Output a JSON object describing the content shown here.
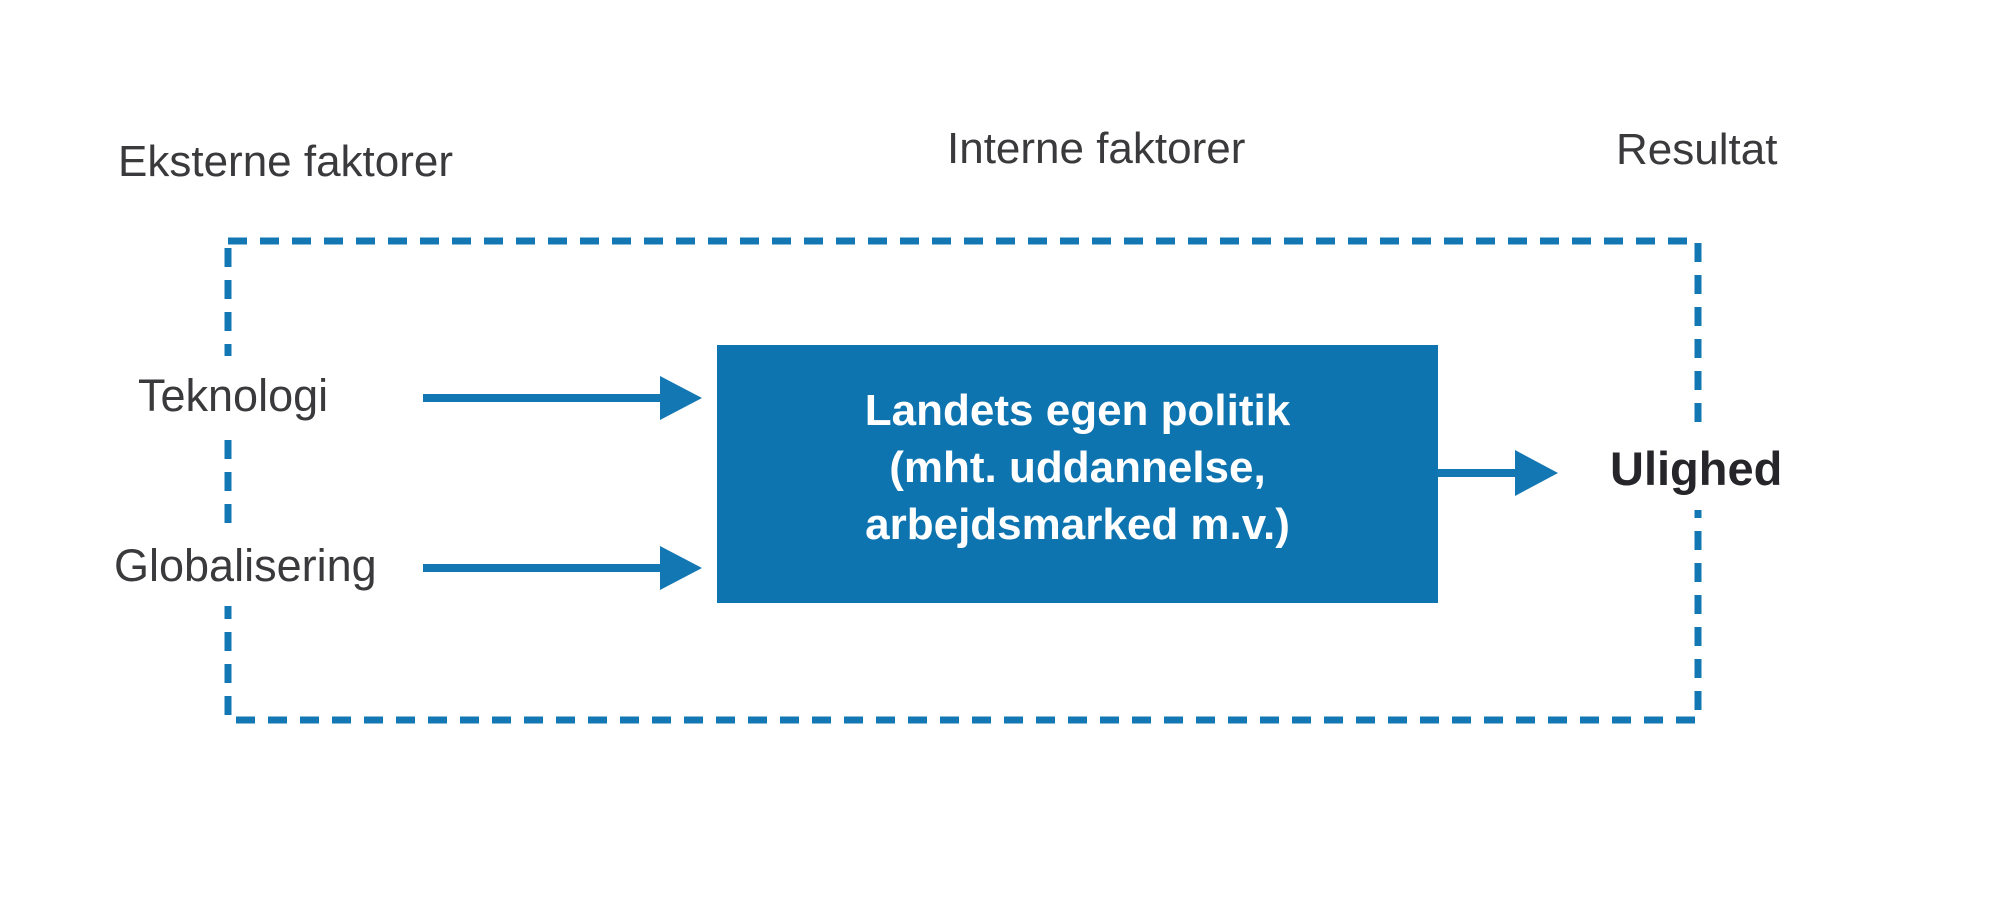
{
  "headers": {
    "external": "Eksterne faktorer",
    "internal": "Interne faktorer",
    "result": "Resultat"
  },
  "external_factors": [
    {
      "label": "Teknologi"
    },
    {
      "label": "Globalisering"
    }
  ],
  "policy_box": {
    "line1": "Landets egen politik",
    "line2": "(mht. uddannelse,",
    "line3": "arbejdsmarked m.v.)"
  },
  "result_label": "Ulighed",
  "icons": {
    "arrow": "arrow-right-icon"
  },
  "colors": {
    "accent_blue": "#1377b4",
    "box_blue": "#0e74b0",
    "text_dark": "#3a3a3d",
    "result_text": "#26262a",
    "box_text": "#ffffff",
    "bg": "#ffffff"
  }
}
